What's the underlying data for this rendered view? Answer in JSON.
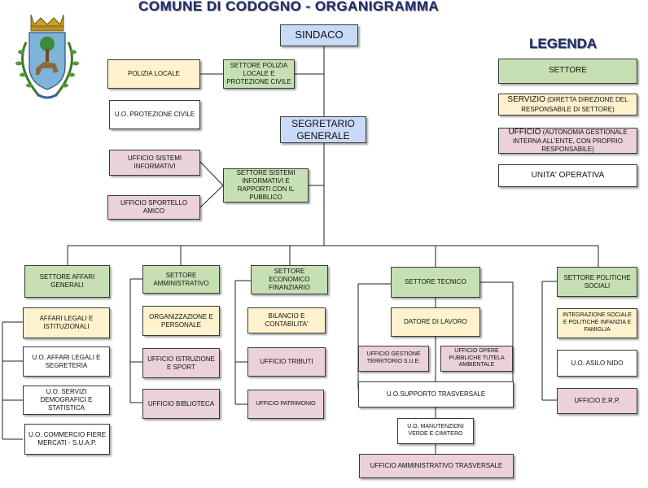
{
  "title": "COMUNE DI CODOGNO - ORGANIGRAMMA",
  "crest_icon": "codogno-coat-of-arms",
  "legend": {
    "title": "LEGENDA",
    "settore": "SETTORE",
    "servizio_main": "SERVIZIO",
    "servizio_note": "(DIRETTA DIREZIONE DEL RESPONSABILE DI SETTORE)",
    "ufficio_main": "UFFICIO",
    "ufficio_note": "(AUTONOMIA GESTIONALE INTERNA ALL'ENTE, CON PROPRIO RESPONSABILE)",
    "uo": "UNITA' OPERATIVA"
  },
  "colors": {
    "settore": "#c6e0b4",
    "servizio": "#fff2cc",
    "ufficio": "#ead1dc",
    "uo": "#ffffff",
    "vertice": "#c9daf8"
  },
  "nodes": {
    "sindaco": "SINDACO",
    "segretario_line1": "SEGRETARIO",
    "segretario_line2": "GENERALE",
    "settore_polizia": "SETTORE POLIZIA LOCALE E PROTEZIONE CIVILE",
    "polizia_locale": "POLIZIA LOCALE",
    "uo_protezione_civile": "U.O. PROTEZIONE CIVILE",
    "settore_sistemi": "SETTORE SISTEMI INFORMATIVI E RAPPORTI CON IL PUBBLICO",
    "ufficio_sistemi": "UFFICIO SISTEMI INFORMATIVI",
    "ufficio_sportello": "UFFICIO SPORTELLO AMICO",
    "settore_affari": "SETTORE AFFARI GENERALI",
    "affari_legali": "AFFARI LEGALI E ISTITUZIONALI",
    "uo_affari_legali": "U.O. AFFARI LEGALI E SEGRETERIA",
    "uo_servizi_demografici": "U.O. SERVIZI DEMOGRAFICI E STATISTICA",
    "uo_commercio": "U.O. COMMERCIO FIERE MERCATI - S.U.A.P.",
    "settore_amministrativo": "SETTORE AMMINISTRATIVO",
    "organizzazione": "ORGANIZZAZIONE E PERSONALE",
    "ufficio_istruzione": "UFFICIO ISTRUZIONE E SPORT",
    "ufficio_biblioteca": "UFFICIO BIBLIOTECA",
    "settore_economico": "SETTORE ECONOMICO FINANZIARIO",
    "bilancio": "BILANCIO E CONTABILITA'",
    "ufficio_tributi": "UFFICIO TRIBUTI",
    "ufficio_patrimonio": "UFFICIO PATRIMONIO",
    "settore_tecnico": "SETTORE TECNICO",
    "datore_lavoro": "DATORE DI LAVORO",
    "ufficio_gestione_territorio": "UFFICIO GESTIONE TERRITORIO S.U.E.",
    "ufficio_opere_pubbliche": "UFFICIO OPERE PUBBLICHE TUTELA AMBIENTALE",
    "uo_supporto": "U.O.SUPPORTO TRASVERSALE",
    "uo_manutenzioni": "U.O. MANUTENZIONI VERDE E CIMITERO",
    "ufficio_amministrativo_trasversale": "UFFICIO AMMINISTRATIVO TRASVERSALE",
    "settore_politiche": "SETTORE POLITICHE SOCIALI",
    "integrazione_sociale": "INTEGRAZIONE SOCIALE E POLITICHE INFANZIA E FAMIGLIA",
    "uo_asilo": "U.O. ASILO NIDO",
    "ufficio_erp": "UFFICIO E.R.P."
  }
}
